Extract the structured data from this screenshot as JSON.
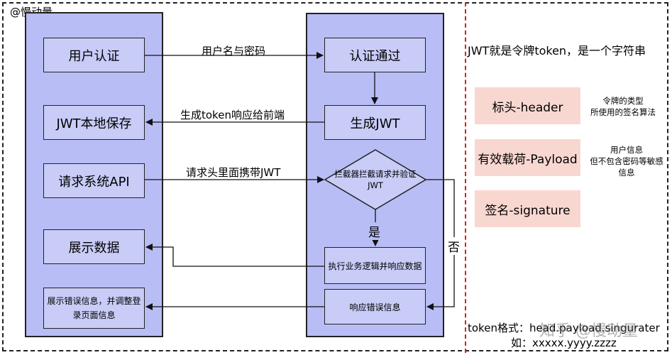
{
  "watermark_top": "@慢动量",
  "left_boxes": {
    "user_auth": "用户认证",
    "jwt_store": "JWT本地保存",
    "request_api": "请求系统API",
    "show_data": "展示数据",
    "show_error": "展示错误信息，并调整登录页面信息"
  },
  "right_boxes": {
    "auth_passed": "认证通过",
    "gen_jwt": "生成JWT",
    "intercept": "拦截器拦截请求并验证JWT",
    "execute": "执行业务逻辑并响应数据",
    "respond_error": "响应错误信息"
  },
  "arrows": {
    "username_password": "用户名与密码",
    "gen_token_respond": "生成token响应给前端",
    "request_header_jwt": "请求头里面携带JWT",
    "yes": "是",
    "no": "否"
  },
  "info": {
    "title": "JWT就是令牌token，是一个字符串",
    "header_label": "标头-header",
    "header_desc": "令牌的类型\n所使用的签名算法",
    "payload_label": "有效载荷-Payload",
    "payload_desc": "用户信息\n但不包含密码等敏感\n信息",
    "signature_label": "签名-signature",
    "format_line": "token格式：head.payload.singurater",
    "example_line": "如：xxxxx.yyyy.zzzz",
    "watermark_bottom": "知乎 @慢动量"
  }
}
